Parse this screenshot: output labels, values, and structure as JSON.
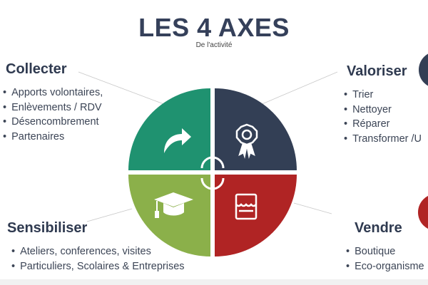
{
  "title": "LES 4 AXES",
  "subtitle": "De l'activité",
  "sections": {
    "collecter": {
      "heading": "Collecter",
      "items": [
        "Apports volontaires,",
        "Enlèvements / RDV",
        "Désencombrement",
        "Partenaires"
      ],
      "icon": "share-arrow-icon",
      "color": "#1f9270"
    },
    "valoriser": {
      "heading": "Valoriser",
      "items": [
        "Trier",
        "Nettoyer",
        "Réparer",
        "Transformer /U"
      ],
      "icon": "award-ribbon-icon",
      "color": "#333f55"
    },
    "sensibiliser": {
      "heading": "Sensibiliser",
      "items": [
        "Ateliers, conferences, visites",
        "Particuliers, Scolaires & Entreprises"
      ],
      "icon": "graduation-cap-icon",
      "color": "#8bb04a"
    },
    "vendre": {
      "heading": "Vendre",
      "items": [
        "Boutique",
        "Eco-organisme"
      ],
      "icon": "shop-icon",
      "color": "#b02424"
    }
  }
}
